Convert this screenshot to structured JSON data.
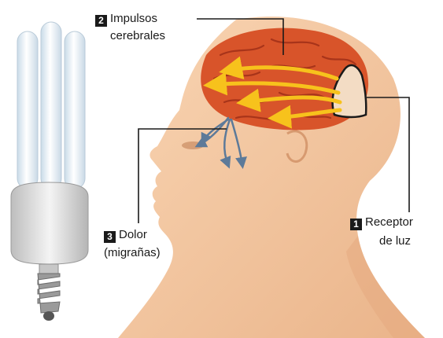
{
  "labels": {
    "impulses": {
      "number": "2",
      "line1": "Impulsos",
      "line2": "cerebrales"
    },
    "pain": {
      "number": "3",
      "line1": "Dolor",
      "line2": "(migrañas)"
    },
    "receptor": {
      "number": "1",
      "line1": "Receptor",
      "line2": "de luz"
    }
  },
  "colors": {
    "background": "#ffffff",
    "skin": "#f6c9a2",
    "skin_shadow": "#e6a97f",
    "brain": "#d8542a",
    "brain_fold": "#a8341a",
    "impulse_arrow": "#f7c21c",
    "receptor_zone": "#f3dcc4",
    "lamp_glass": "#eaf3fa",
    "lamp_base": "#e4e4e4",
    "nerve_arrow": "#5d7a99",
    "leader_line": "#1a1a1a"
  },
  "icons": [
    "cfl-bulb-icon",
    "brain-icon",
    "head-profile-icon"
  ]
}
